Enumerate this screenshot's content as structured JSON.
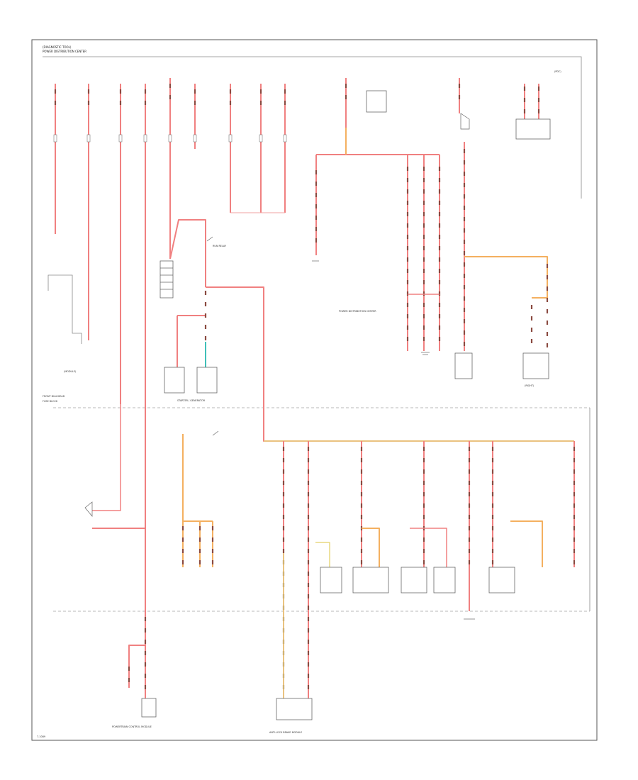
{
  "colors": {
    "red": "#f08080",
    "pink": "#f2a0a0",
    "orange": "#f4b060",
    "yellow": "#e8d880",
    "teal": "#40c0b8",
    "brown": "#8a4a40",
    "frame": "#555555",
    "divider": "#777777"
  },
  "header": {
    "line1": "(DIAGNOSTIC TOOL)",
    "line2": "POWER DISTRIBUTION CENTER",
    "corner": "(PDC)"
  },
  "labels": {
    "left_module": "(MODULE)",
    "front_block": "FRONT BULKHEAD",
    "fuse_label": "FUSE BLOCK",
    "run_relay": "RUN RELAY",
    "starter": "STARTER / GENERATOR",
    "pdc_junction": "POWER DISTRIBUTION CENTER",
    "right_label": "(RIGHT)",
    "footer_left": "POWERTRAIN CONTROL MODULE",
    "footer_center": "ANTI-LOCK BRAKE MODULE",
    "page_ref": "7-1089"
  }
}
